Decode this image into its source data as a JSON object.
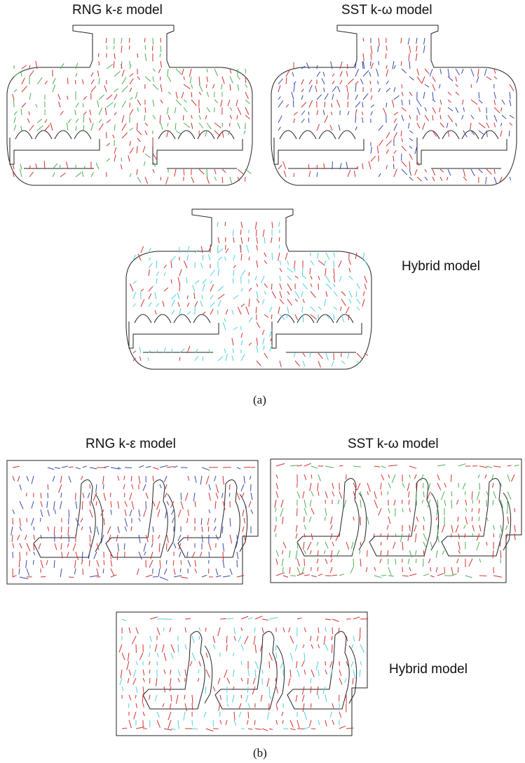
{
  "figure_a": {
    "caption": "(a)",
    "panels": [
      {
        "id": "a1",
        "label": "RNG k-ε model",
        "colors": [
          "#d32f2f",
          "#4caf50"
        ]
      },
      {
        "id": "a2",
        "label": "SST k-ω model",
        "colors": [
          "#d32f2f",
          "#3949ab"
        ]
      },
      {
        "id": "a3",
        "label": "Hybrid model",
        "colors": [
          "#d32f2f",
          "#4dd0e1"
        ]
      }
    ]
  },
  "figure_b": {
    "caption": "(b)",
    "panels": [
      {
        "id": "b1",
        "label": "RNG k-ε model",
        "colors": [
          "#d32f2f",
          "#3949ab"
        ]
      },
      {
        "id": "b2",
        "label": "SST k-ω model",
        "colors": [
          "#d32f2f",
          "#4caf50"
        ]
      },
      {
        "id": "b3",
        "label": "Hybrid model",
        "colors": [
          "#d32f2f",
          "#4dd0e1"
        ]
      }
    ]
  }
}
